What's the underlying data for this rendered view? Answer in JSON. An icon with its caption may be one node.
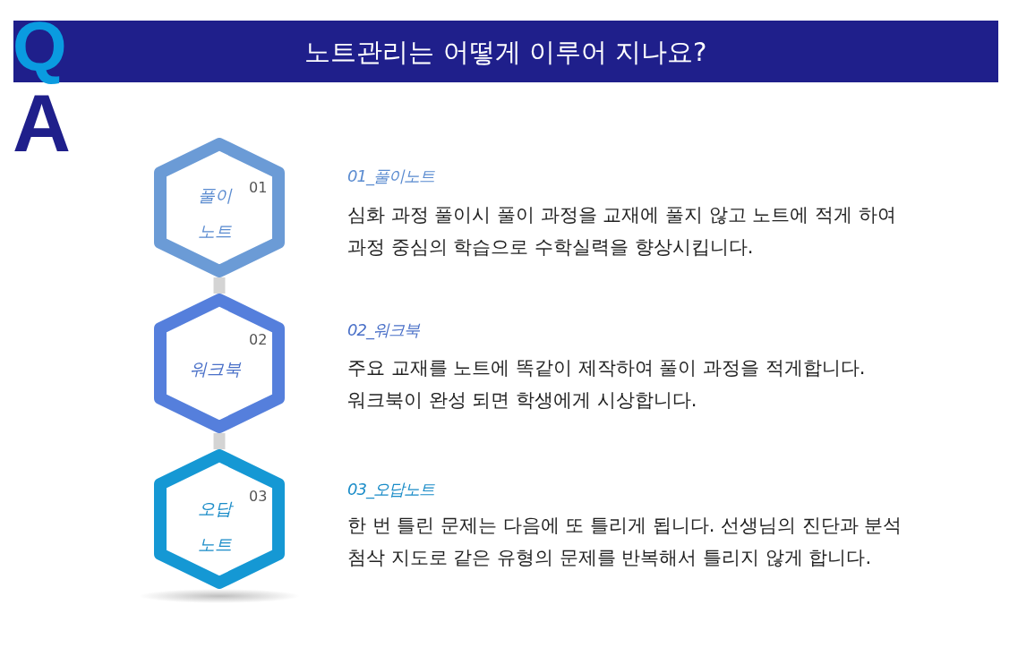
{
  "diagram": {
    "title": "노트관리는 어떻게 이루어 지나요?",
    "nodes": [
      {
        "text": [
          "풀이 노트",
          "01"
        ],
        "beside": [
          "01_풀이노트",
          "심화 과정 풀이시 풀이 과정을 교재에 풀지 않고 노트에 적게 하여 과정 중심의 학습으로 수학실력을 향상시킵니다."
        ]
      },
      {
        "text": [
          "워크북",
          "02"
        ],
        "beside": [
          "02_워크북",
          "주요 교재를 노트에 똑같이 제작하여 풀이 과정을 적게합니다. 워크북이 완성 되면 학생에게 시상합니다."
        ]
      },
      {
        "text": [
          "오답 노트",
          "03"
        ],
        "beside": [
          "03_오답노트",
          "한 번 틀린 문제는 다음에 또 틀리게 됩니다. 선생님의 진단과 분석 첨삭 지도로 같은 유형의 문제를 반복해서 틀리지 않게 합니다."
        ]
      }
    ],
    "edges": [
      {
        "from": 0,
        "to": 1,
        "arrow": "none"
      },
      {
        "from": 1,
        "to": 2,
        "arrow": "none"
      }
    ],
    "labels": [
      "Q",
      "A"
    ]
  }
}
